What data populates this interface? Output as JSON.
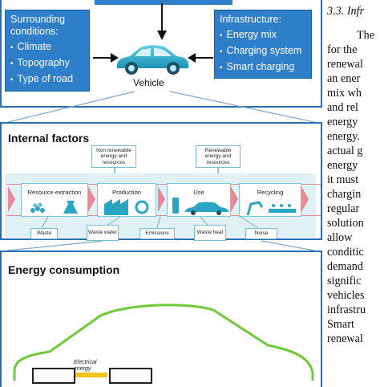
{
  "figure": {
    "surrounding": {
      "title": "Surrounding conditions:",
      "items": [
        "Climate",
        "Topography",
        "Type of road"
      ]
    },
    "infrastructure": {
      "title": "Infrastructure:",
      "items": [
        "Energy mix",
        "Charging system",
        "Smart charging"
      ]
    },
    "vehicle_label": "Vehicle",
    "internal_factors": {
      "title": "Internal factors",
      "inputs": [
        "Non renewable energy and resources",
        "Renewable energy and resources"
      ],
      "stages": [
        "Resource extraction",
        "Production",
        "Use",
        "Recycling"
      ],
      "outputs": [
        "Waste",
        "Waste water",
        "Emissions",
        "Waste heat",
        "Noise"
      ]
    },
    "energy_consumption": {
      "title": "Energy consumption",
      "electrical_label": "Electrical energy"
    },
    "colors": {
      "panel_blue": "#2f7ec9",
      "teal": "#2aa6c2",
      "band": "#dff1f5",
      "chevron": "#e88a94",
      "green": "#6fc93a"
    }
  },
  "right_text": {
    "heading": "3.3. Infr",
    "lines": [
      "The",
      "for the",
      "renewal",
      "an ener",
      "mix wh",
      "and rel",
      "energy",
      "energy.",
      "actual g",
      "energy",
      "it must",
      "chargin",
      "regular",
      "solution",
      "allow",
      "conditic",
      "demand",
      "signific",
      "vehicles",
      "infrastru",
      "Smart",
      "renewal"
    ]
  }
}
